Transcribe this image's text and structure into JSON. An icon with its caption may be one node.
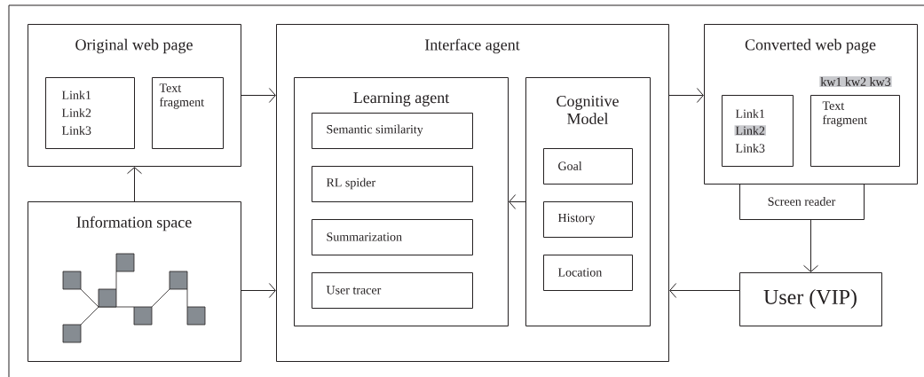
{
  "diagram": {
    "nodes": [
      {
        "text": [
          "Original web page"
        ]
      },
      {
        "text": [
          "Link1",
          "Link2",
          "Link3"
        ],
        "in": 0
      },
      {
        "text": [
          "Text fragment"
        ],
        "in": 0
      },
      {
        "text": [
          "Information space"
        ]
      },
      {
        "text": [
          "Interface agent"
        ]
      },
      {
        "text": [
          "Learning agent"
        ],
        "in": 4
      },
      {
        "text": [
          "Semantic similarity"
        ],
        "in": 5
      },
      {
        "text": [
          "RL spider"
        ],
        "in": 5
      },
      {
        "text": [
          "Summarization"
        ],
        "in": 5
      },
      {
        "text": [
          "User tracer"
        ],
        "in": 5
      },
      {
        "text": [
          "Cognitive Model"
        ],
        "in": 4
      },
      {
        "text": [
          "Goal"
        ],
        "in": 10
      },
      {
        "text": [
          "History"
        ],
        "in": 10
      },
      {
        "text": [
          "Location"
        ],
        "in": 10
      },
      {
        "text": [
          "Converted web page"
        ]
      },
      {
        "text": [
          "Link1",
          "Link2",
          "Link3"
        ],
        "in": 14
      },
      {
        "text": [
          "Text fragment"
        ],
        "in": 14,
        "beside": [
          "kw1 kw2 kw3"
        ]
      },
      {
        "text": [
          "Screen reader"
        ]
      },
      {
        "text": [
          "User (VIP)"
        ]
      }
    ],
    "edges": [
      {
        "from": 0,
        "to": 4,
        "arrow": "to"
      },
      {
        "from": 3,
        "to": 0,
        "arrow": "to"
      },
      {
        "from": 3,
        "to": 4,
        "arrow": "to"
      },
      {
        "from": 10,
        "to": 5,
        "arrow": "to"
      },
      {
        "from": 4,
        "to": 14,
        "arrow": "to"
      },
      {
        "from": 17,
        "to": 18,
        "arrow": "to"
      },
      {
        "from": 18,
        "to": 4,
        "arrow": "to"
      }
    ]
  }
}
